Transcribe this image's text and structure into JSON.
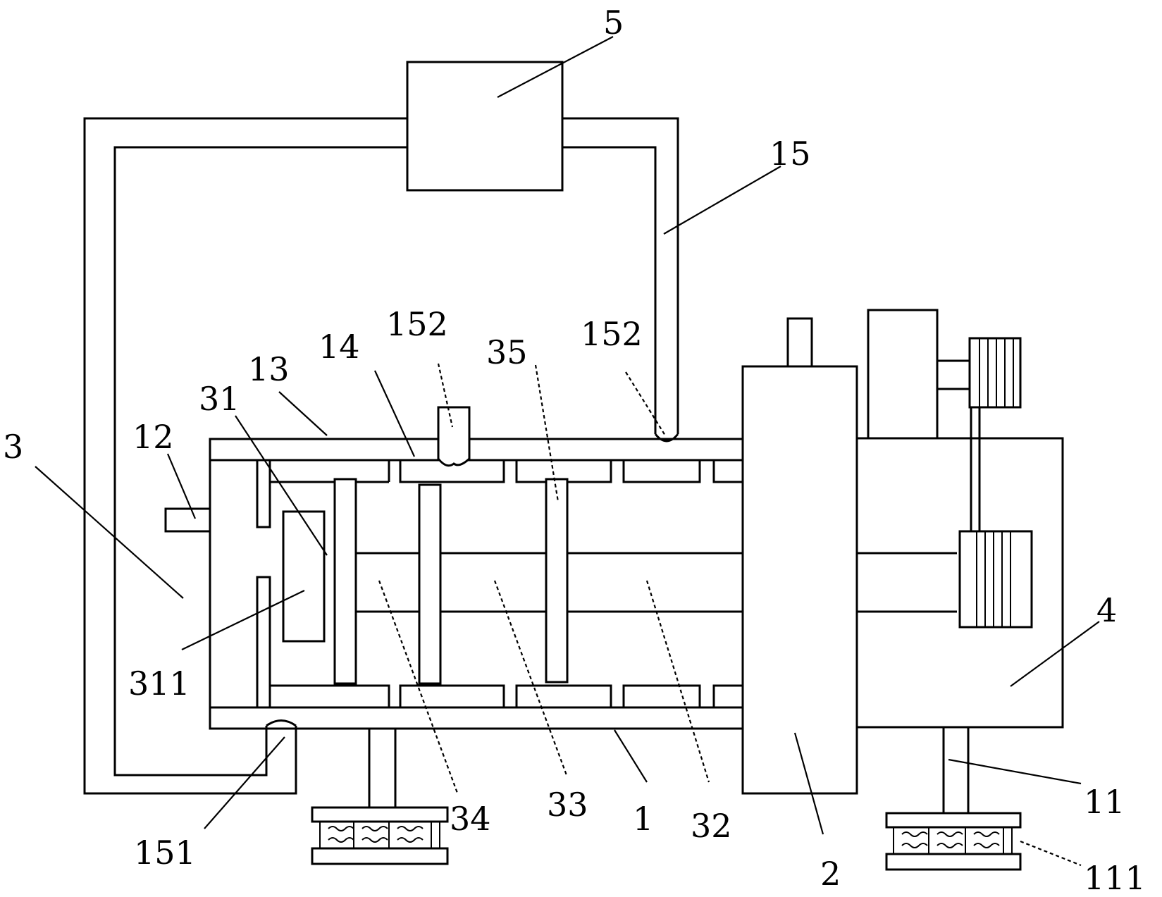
{
  "labels": {
    "l5": "5",
    "l15": "15",
    "l152a": "152",
    "l152b": "152",
    "l35": "35",
    "l14": "14",
    "l13": "13",
    "l31": "31",
    "l12": "12",
    "l3": "3",
    "l311": "311",
    "l151": "151",
    "l34": "34",
    "l33": "33",
    "l1": "1",
    "l32": "32",
    "l2": "2",
    "l4": "4",
    "l11": "11",
    "l111": "111"
  }
}
